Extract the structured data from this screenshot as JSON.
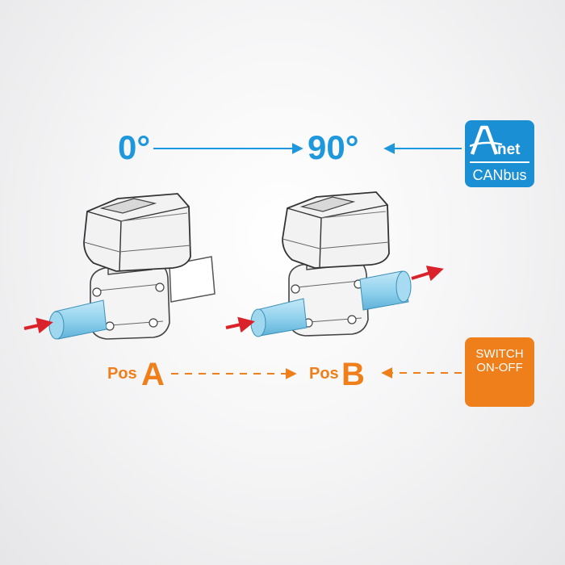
{
  "angles": {
    "start": "0°",
    "end": "90°"
  },
  "positions": {
    "a_word": "Pos",
    "a_letter": "A",
    "b_word": "Pos",
    "b_letter": "B"
  },
  "anet_badge": {
    "logo_text": "net",
    "subtitle": "CANbus"
  },
  "switch_badge": {
    "line1": "SWITCH",
    "line2": "ON-OFF"
  },
  "colors": {
    "blue": "#1f97dd",
    "orange": "#ef7f1a",
    "flow_arrow": "#d9222a",
    "pipe": "#8ed0ec"
  },
  "icons": [
    "electric-actuator-valve",
    "flow-arrow",
    "anet-logo"
  ]
}
